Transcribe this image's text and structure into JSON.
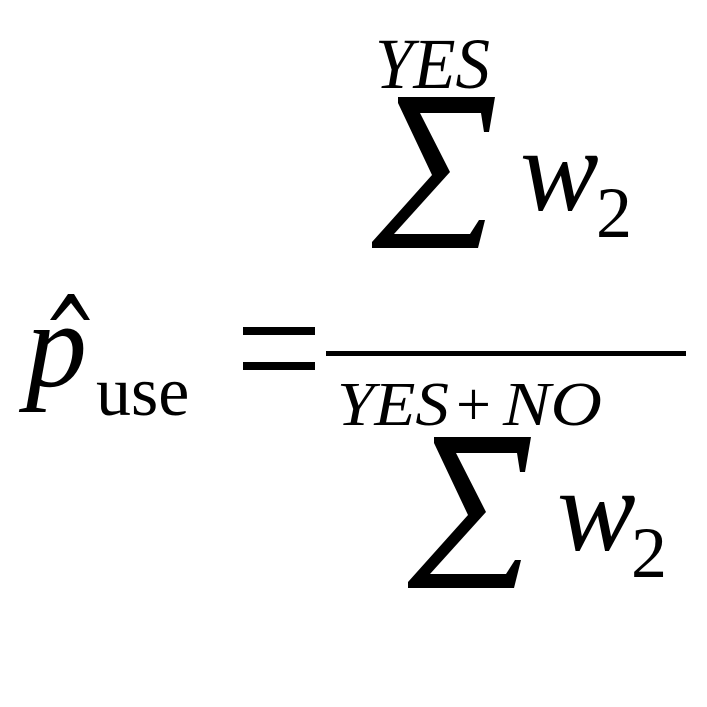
{
  "formula": {
    "lhs": {
      "symbol": "p",
      "accent": "hat",
      "subscript": "use"
    },
    "relation": "=",
    "numerator": {
      "operator": "summation",
      "upper_limit": "YES",
      "term": "w",
      "term_subscript": "2"
    },
    "denominator": {
      "operator": "summation",
      "upper_limit_left": "YES",
      "upper_limit_plus": "+",
      "upper_limit_right": "NO",
      "term": "w",
      "term_subscript": "2"
    },
    "color": "#000000"
  }
}
